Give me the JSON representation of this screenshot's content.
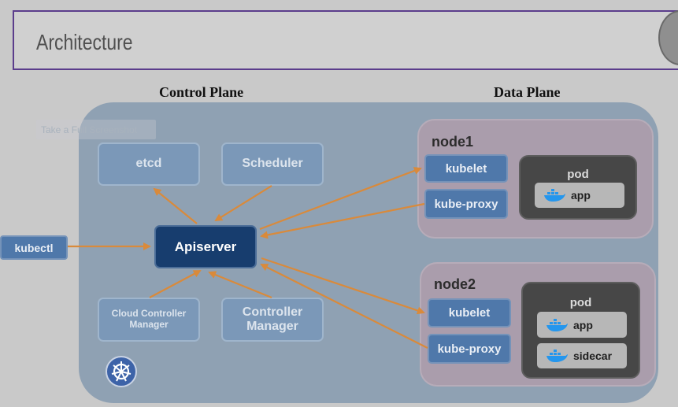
{
  "header": {
    "title": "Architecture"
  },
  "sections": {
    "control_plane": "Control Plane",
    "data_plane": "Data Plane"
  },
  "watermark": "Take a Full Screenshot",
  "control_plane": {
    "etcd": "etcd",
    "scheduler": "Scheduler",
    "cloud_controller_line1": "Cloud Controller",
    "cloud_controller_line2": "Manager",
    "controller_manager_line1": "Controller",
    "controller_manager_line2": "Manager",
    "apiserver": "Apiserver"
  },
  "client": {
    "kubectl": "kubectl"
  },
  "nodes": [
    {
      "name": "node1",
      "kubelet": "kubelet",
      "proxy": "kube-proxy",
      "pod": {
        "label": "pod",
        "containers": [
          "app"
        ]
      }
    },
    {
      "name": "node2",
      "kubelet": "kubelet",
      "proxy": "kube-proxy",
      "pod": {
        "label": "pod",
        "containers": [
          "app",
          "sidecar"
        ]
      }
    }
  ],
  "colors": {
    "arrow": "#d98a3b",
    "apiserver": "#173d6e",
    "control_plane_bg": "#8fa1b3",
    "node_bg": "#aa9dac",
    "pod_bg": "#474747",
    "docker": "#2496ed"
  },
  "icons": [
    "globe-icon",
    "kubernetes-icon",
    "docker-icon"
  ]
}
